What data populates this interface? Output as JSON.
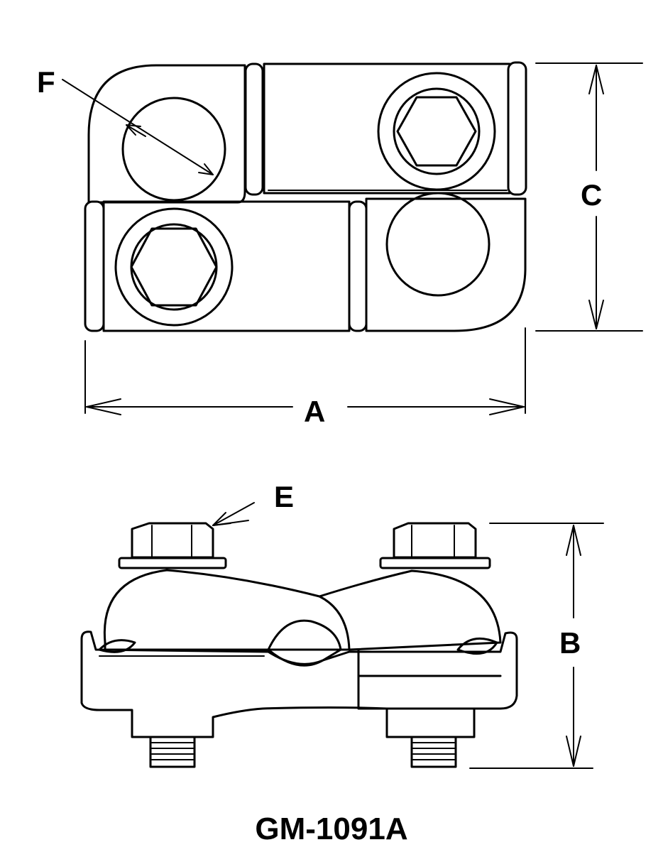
{
  "labels": {
    "a": "A",
    "b": "B",
    "c": "C",
    "e": "E",
    "f": "F"
  },
  "caption": "GM-1091A"
}
